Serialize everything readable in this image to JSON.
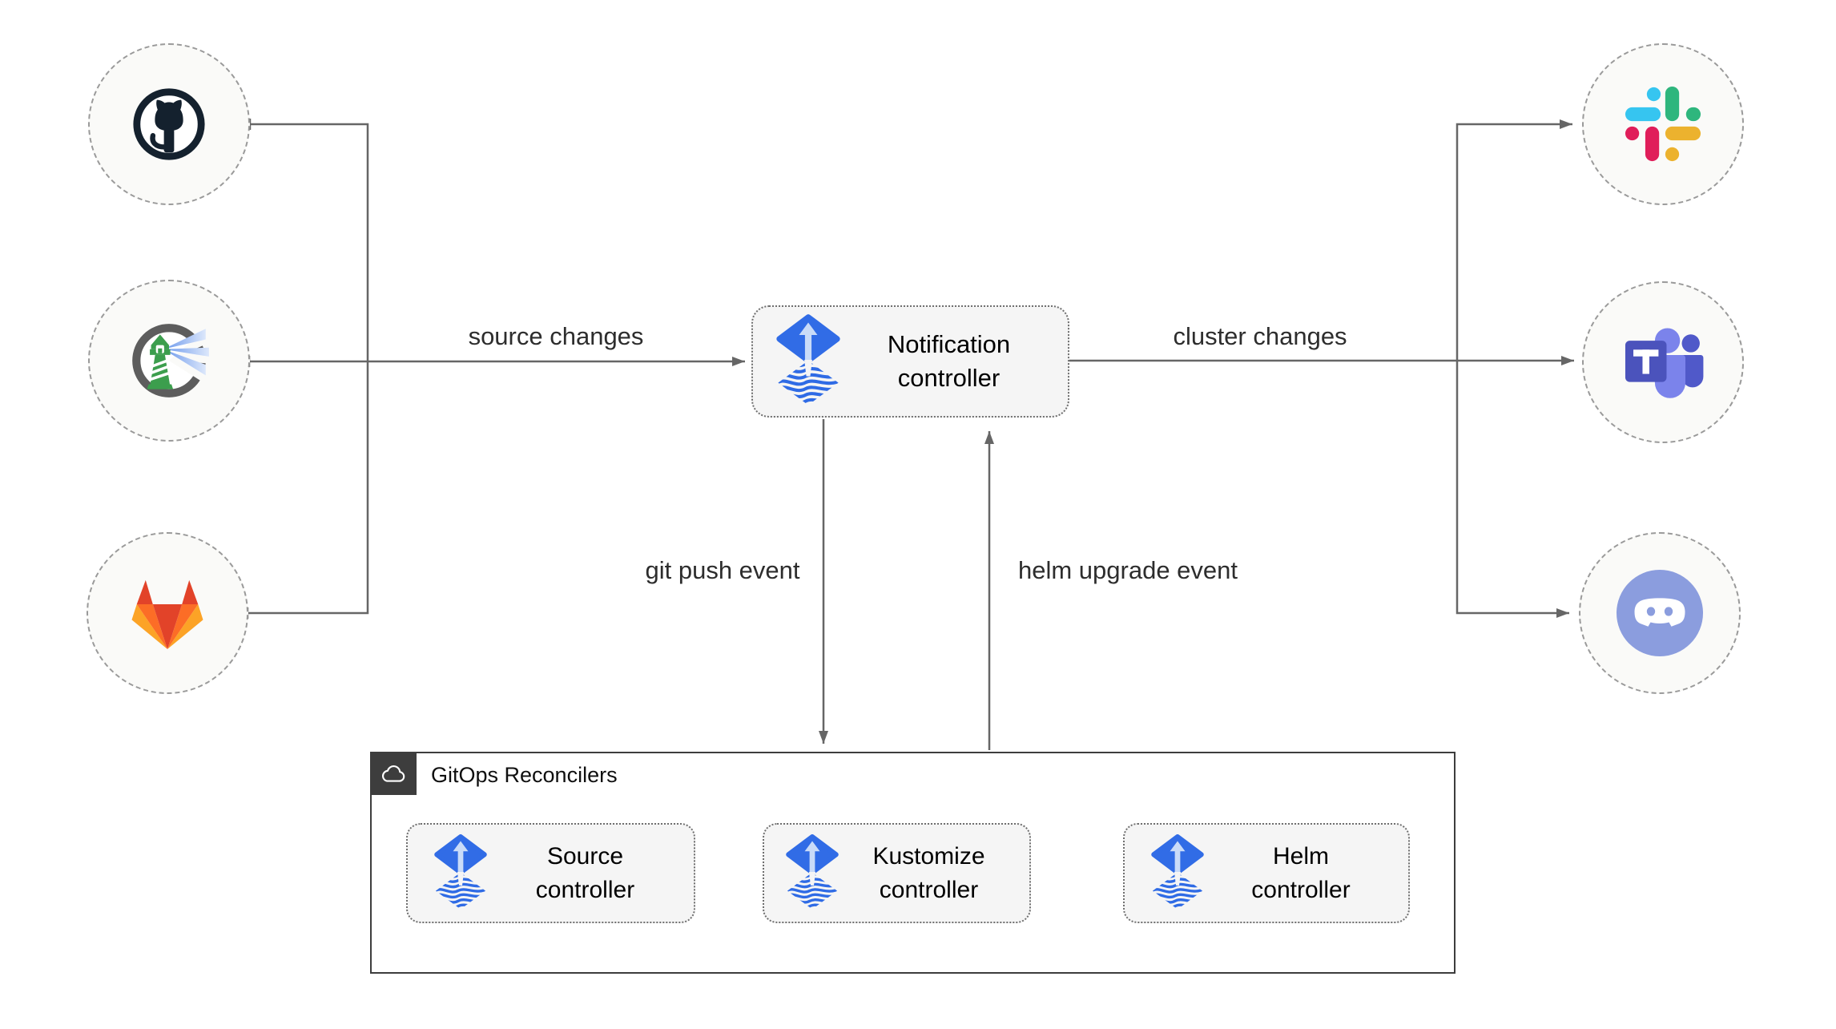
{
  "nodes": {
    "notification_controller": {
      "label": "Notification\ncontroller"
    },
    "gitops_group": {
      "label": "GitOps Reconcilers"
    },
    "source_controller": {
      "label": "Source\ncontroller"
    },
    "kustomize_controller": {
      "label": "Kustomize\ncontroller"
    },
    "helm_controller": {
      "label": "Helm\ncontroller"
    }
  },
  "edges": {
    "source_changes": {
      "label": "source changes"
    },
    "cluster_changes": {
      "label": "cluster changes"
    },
    "git_push": {
      "label": "git push event"
    },
    "helm_upgrade": {
      "label": "helm upgrade event"
    }
  },
  "icons": {
    "sources": [
      "github-icon",
      "harbor-icon",
      "gitlab-icon"
    ],
    "notifiers": [
      "slack-icon",
      "teams-icon",
      "discord-icon"
    ],
    "controller_icon": "flux-icon",
    "group_badge_icon": "cloud-icon"
  },
  "colors": {
    "connector": "#666666",
    "node_fill": "#f5f5f5",
    "node_border": "#6f6f6f",
    "circle_fill": "#fafaf8",
    "circle_border": "#9a9a9a",
    "group_border": "#3d3d3d",
    "badge_bg": "#3d3d3d",
    "flux_blue": "#316CE6",
    "flux_wave_blue": "#2F6BE5",
    "slack": [
      "#36C5F0",
      "#2EB67D",
      "#E01E5A",
      "#ECB22E"
    ],
    "gitlab": [
      "#E24329",
      "#FC6D26",
      "#FCA326"
    ],
    "teams": [
      "#4B53BC",
      "#7B83EB",
      "#5059C9"
    ],
    "discord": "#8B9DDE",
    "harbor_ring": "#5D5D5D",
    "harbor_green": "#3C9E4D",
    "github_dark": "#14212E"
  }
}
